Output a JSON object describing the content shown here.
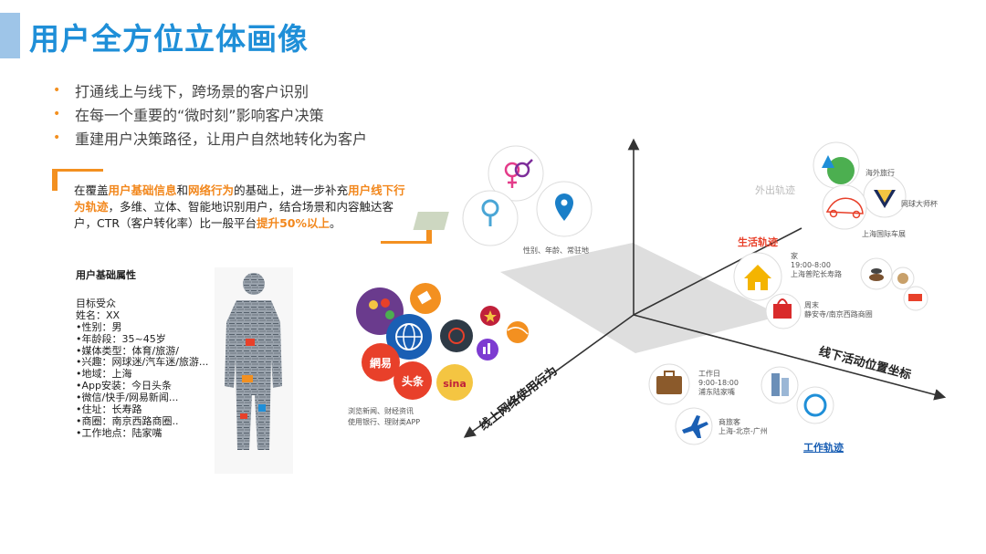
{
  "title": "用户全方位立体画像",
  "bullets": [
    "打通线上与线下，跨场景的客户识别",
    "在每一个重要的“微时刻”影响客户决策",
    "重建用户决策路径，让用户自然地转化为客户"
  ],
  "callout": {
    "parts": [
      {
        "text": "在覆盖",
        "hl": false
      },
      {
        "text": "用户基础信息",
        "hl": true
      },
      {
        "text": "和",
        "hl": false
      },
      {
        "text": "网络行为",
        "hl": true
      },
      {
        "text": "的基础上，进一步补充",
        "hl": false
      },
      {
        "text": "用户线下行为轨迹",
        "hl": true
      },
      {
        "text": "，多维、立体、智能地识别用户，结合场景和内容触达客户，CTR（客户转化率）比一般平台",
        "hl": false
      },
      {
        "text": "提升50%以上",
        "hl": true
      },
      {
        "text": "。",
        "hl": false
      }
    ]
  },
  "attributes": {
    "heading": "用户基础属性",
    "items": [
      "目标受众",
      "姓名：XX",
      "•性别：男",
      "•年龄段：35~45岁",
      "•媒体类型：体育/旅游/",
      "•兴趣：网球迷/汽车迷/旅游...",
      "•地域：上海",
      "•App安装：今日头条",
      "•微信/快手/网易新闻...",
      "•住址：长寿路",
      "•商圈：南京西路商圈..",
      "•工作地点：陆家嘴"
    ]
  },
  "diagram": {
    "axis_online": "线上网络使用行为",
    "axis_offline": "线下活动位置坐标",
    "basic_caption": "性别、年龄、常驻地",
    "app_caption": [
      "浏览新闻、财经资讯",
      "使用银行、理财类APP"
    ],
    "app_logos": {
      "netease": "網易",
      "toutiao": "头条",
      "sina": "sina"
    },
    "overseas": {
      "title": "外出轨迹",
      "travel": "海外旅行",
      "tennis": "网球大师杯",
      "autoshow": "上海国际车展"
    },
    "life": {
      "title": "生活轨迹",
      "home": [
        "家",
        "19:00-8:00",
        "上海普陀长寿路"
      ],
      "weekend": [
        "周末",
        "静安寺/南京西路商圈"
      ]
    },
    "work": {
      "title": "工作轨迹",
      "workday": [
        "工作日",
        "9:00-18:00",
        "浦东陆家嘴"
      ],
      "business": [
        "商旅客",
        "上海-北京-广州"
      ]
    }
  },
  "colors": {
    "title": "#1f8fd8",
    "accent": "#f39020",
    "track_red": "#e8402a",
    "track_blue": "#1a5fb4"
  }
}
